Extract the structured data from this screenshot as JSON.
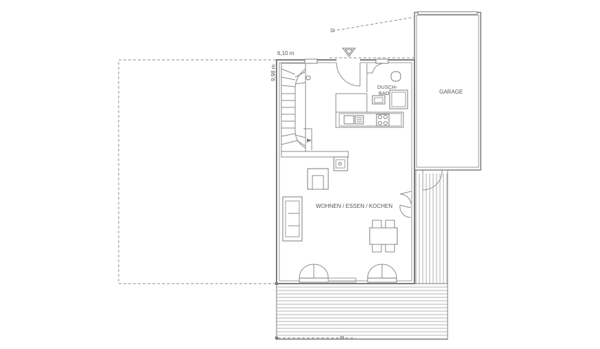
{
  "plan": {
    "dimensions": {
      "width": "6,10 m",
      "depth": "9,98 m"
    },
    "rooms": {
      "dusch_line1": "DUSCH-",
      "dusch_line2": "BAD",
      "garage": "GARAGE",
      "wohnen": "WOHNEN / ESSEN / KOCHEN"
    },
    "icons": [
      "north-arrow-icon",
      "staircase",
      "door-swing",
      "shower",
      "toilet",
      "sink",
      "stove",
      "table",
      "sofa",
      "fireplace"
    ],
    "colors": {
      "line": "#7a7a7a",
      "text": "#555555",
      "background": "#ffffff"
    }
  }
}
